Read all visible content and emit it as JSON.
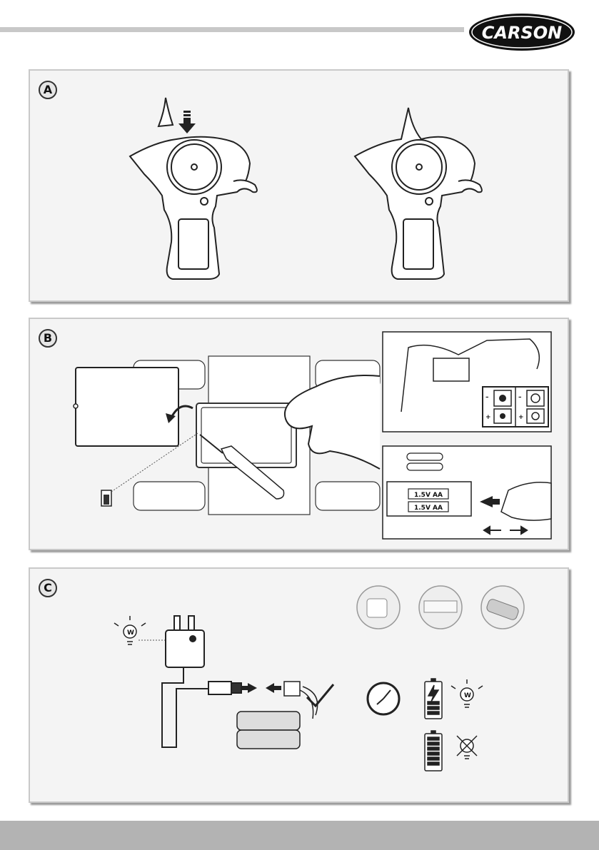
{
  "header": {
    "brand": "CARSON"
  },
  "panels": [
    {
      "id": "A",
      "label": "A"
    },
    {
      "id": "B",
      "label": "B",
      "battery_label_1": "1.5V AA",
      "battery_label_2": "1.5V AA"
    },
    {
      "id": "C",
      "label": "C"
    }
  ],
  "icons": {
    "bulb_mark": "W",
    "polarity_minus": "–",
    "polarity_plus": "+"
  },
  "colors": {
    "panel_border": "#c9c9c9",
    "panel_bg": "#f4f4f4",
    "bars": "#c8c8c8",
    "logo": "#111111"
  }
}
